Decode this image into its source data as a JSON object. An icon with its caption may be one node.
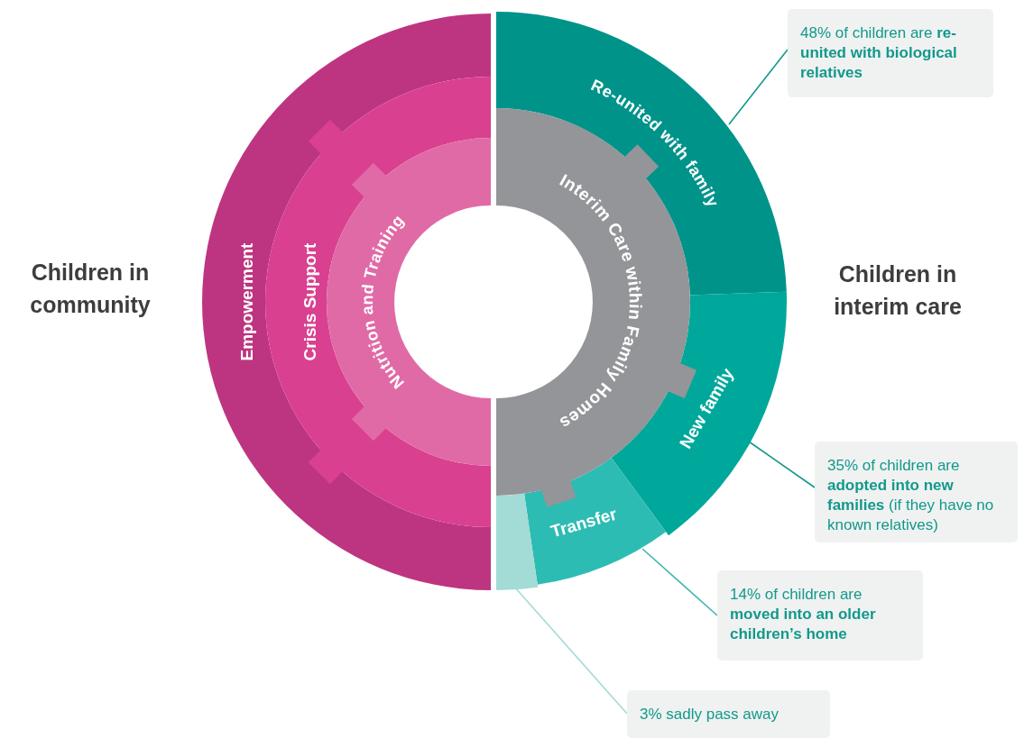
{
  "diagram": {
    "nodes": [
      {
        "text": [
          "Empowerment"
        ]
      },
      {
        "text": [
          "Crisis Support"
        ]
      },
      {
        "text": [
          "Nutrition and Training"
        ]
      },
      {
        "text": [
          "Re-united with family"
        ]
      },
      {
        "text": [
          "Interim Care within Family Homes"
        ]
      },
      {
        "text": [
          "New family"
        ]
      },
      {
        "text": [
          "Transfer"
        ]
      },
      {
        "text": [],
        "shape": "segment"
      },
      {
        "text": [
          "48% of children are **re-united with biological relatives**"
        ]
      },
      {
        "text": [
          "35% of children are **adopted into new families** (if they have no known relatives)"
        ]
      },
      {
        "text": [
          "14% of children are **moved into an older children’s home**"
        ]
      },
      {
        "text": [
          "3% sadly pass away"
        ]
      }
    ],
    "edges": [
      {
        "from": 8,
        "to": 3,
        "arrow": "none"
      },
      {
        "from": 9,
        "to": 5,
        "arrow": "none"
      },
      {
        "from": 10,
        "to": 6,
        "arrow": "none",
        "color": "#3fb8ae"
      },
      {
        "from": 11,
        "to": 7,
        "arrow": "none",
        "color": "#a3dbd6"
      }
    ],
    "labels": [
      "Children in community",
      "Children in interim care"
    ]
  }
}
